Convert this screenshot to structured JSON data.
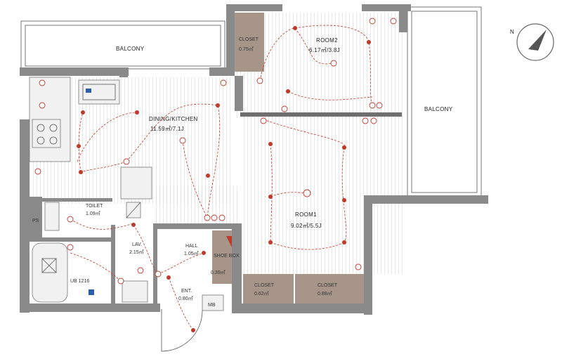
{
  "rooms": {
    "balcony_top": "BALCONY",
    "balcony_right": "BALCONY",
    "closet_top_name": "CLOSET",
    "closet_top_area": "0.75㎡",
    "room2_name": "ROOM2",
    "room2_area": "6.17㎡/3.8J",
    "dining_name": "DINING/KITCHEN",
    "dining_area": "11.59㎡/7.1J",
    "room1_name": "ROOM1",
    "room1_area": "9.02㎡/5.5J",
    "toilet_name": "TOILET",
    "toilet_area": "1.09㎡",
    "lav_name": "LAV.",
    "lav_area": "2.15㎡",
    "hall_name": "HALL",
    "hall_area": "1.05㎡",
    "shoebox_name": "SHOE BOX",
    "shoebox_area": "0.39㎡",
    "ent_name": "ENT.",
    "ent_area": "0.80㎡",
    "ub_label": "UB 1216",
    "closet_l_name": "CLOSET",
    "closet_l_area": "0.62㎡",
    "closet_r_name": "CLOSET",
    "closet_r_area": "0.88㎡",
    "ps_label": "PS",
    "mb_label": "MB"
  },
  "compass": {
    "label": "N"
  },
  "colors": {
    "wall": "#8a8a8a",
    "wiring": "#c0392b",
    "closet": "#a8958a"
  }
}
